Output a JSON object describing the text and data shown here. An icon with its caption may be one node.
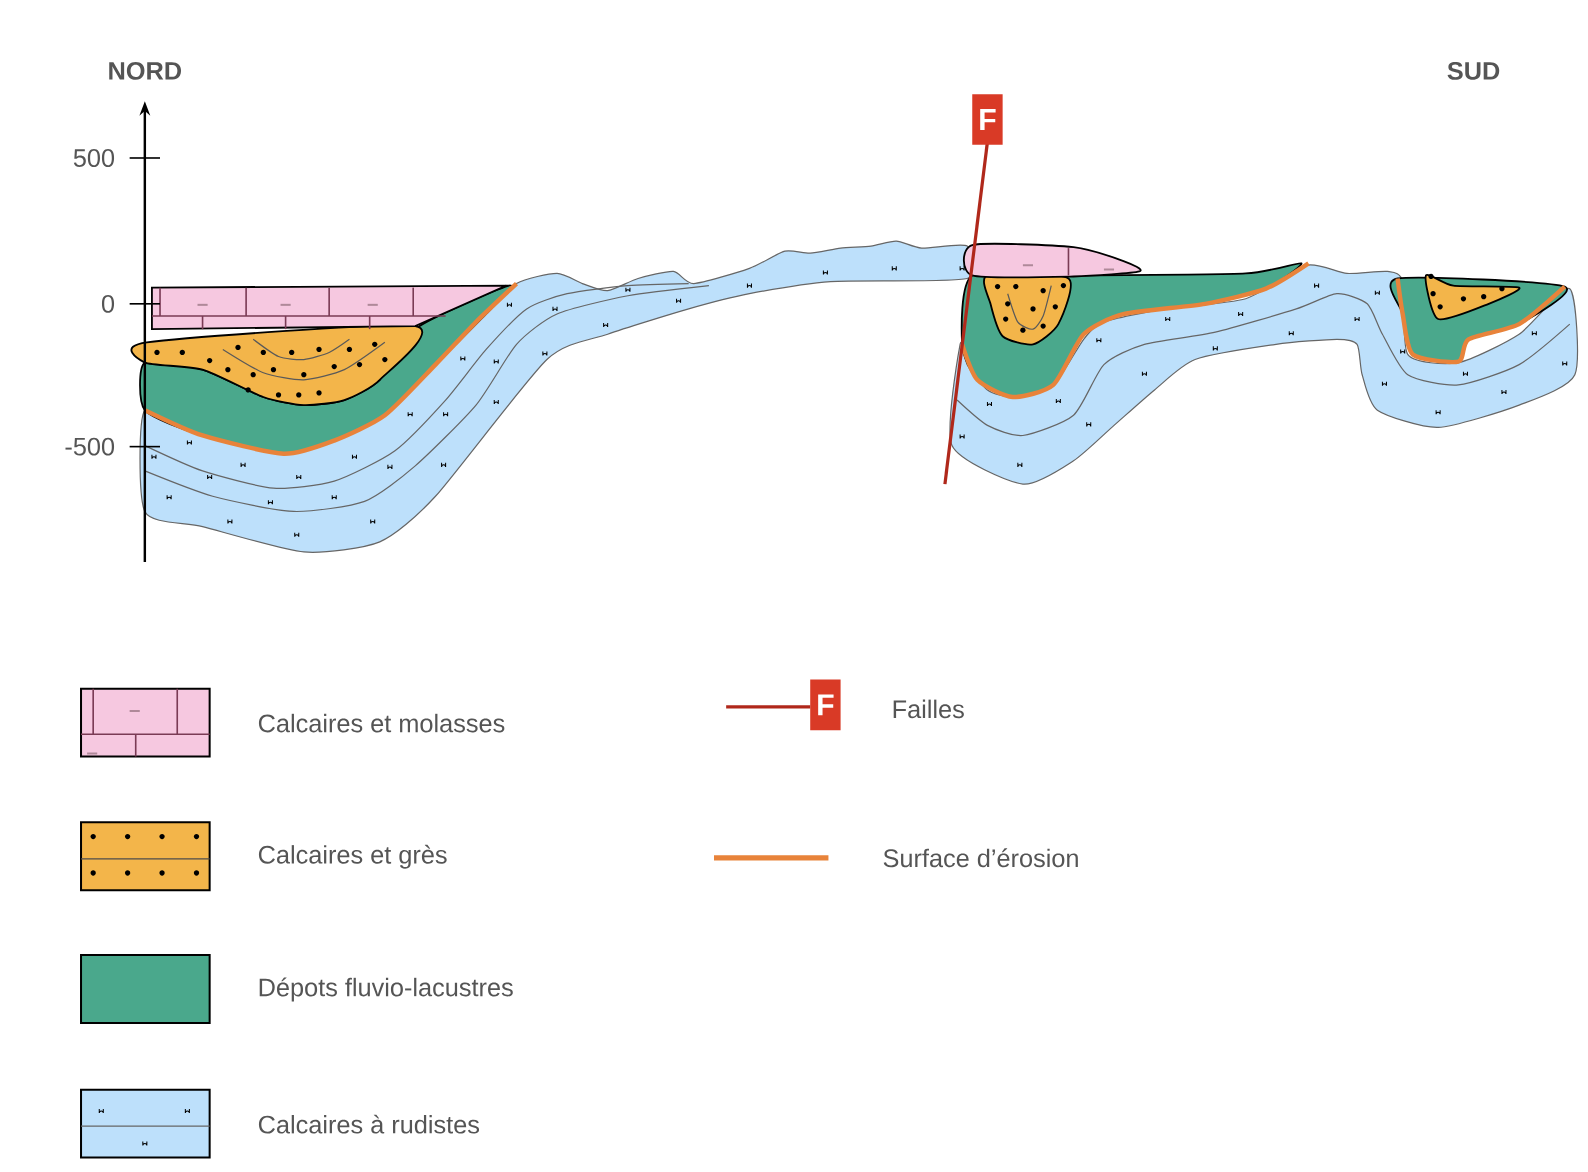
{
  "diagram": {
    "labels": [
      "NORD",
      "SUD",
      "500",
      "0",
      "-500",
      "F",
      "F"
    ],
    "legend": [
      {
        "text": "Calcaires et molasses",
        "color": "#f6c8e0"
      },
      {
        "text": "Calcaires et grès",
        "color": "#f3b54a"
      },
      {
        "text": "Dépots fluvio-lacustres",
        "color": "#4aa88c"
      },
      {
        "text": "Calcaires à rudistes",
        "color": "#bde0fb"
      },
      {
        "text": "Failles"
      },
      {
        "text": "Surface d’érosion"
      }
    ]
  }
}
